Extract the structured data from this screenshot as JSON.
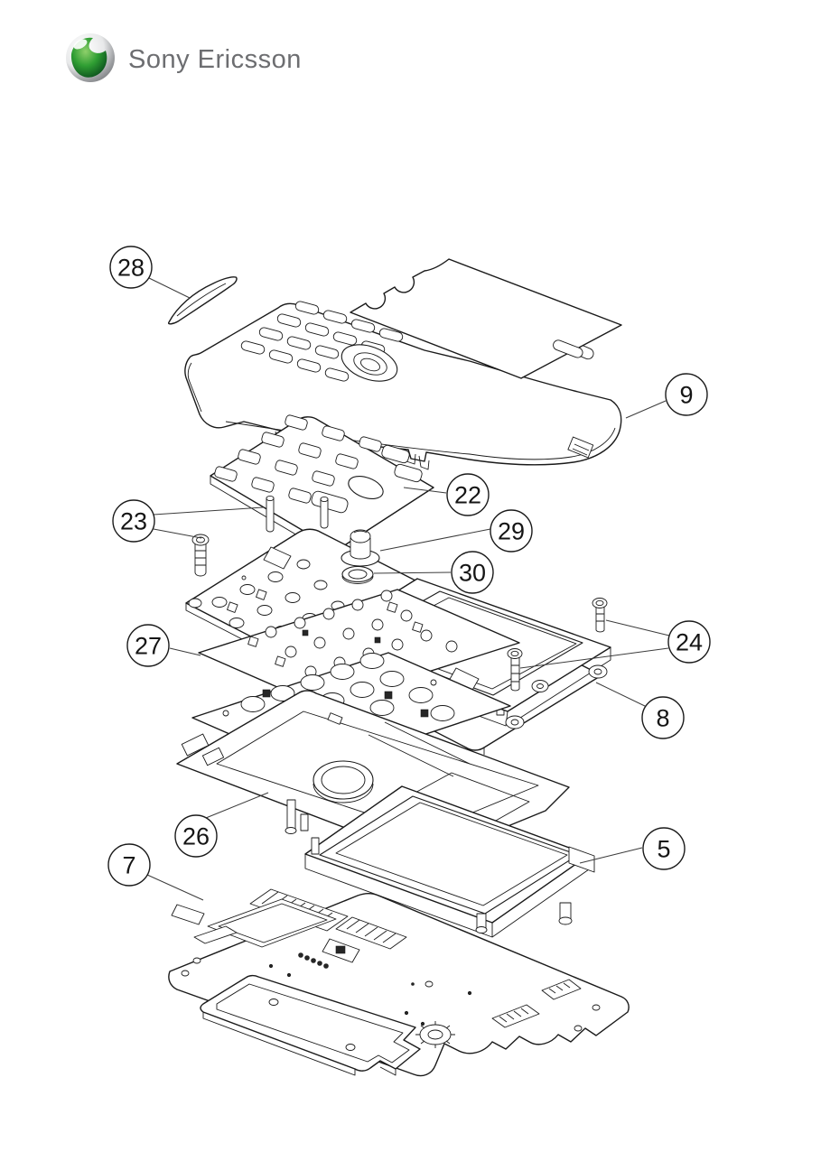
{
  "header": {
    "brand": "Sony Ericsson"
  },
  "logo": {
    "icon": "sony-ericsson-liquid-ball-icon",
    "colors": {
      "green": "#2f9e33",
      "green_dark": "#0a4d1c",
      "green_light": "#8fd06b",
      "silver": "#b9babd",
      "highlight": "#ffffff"
    }
  },
  "diagram": {
    "type": "exploded-view-parts-diagram",
    "background": "#ffffff",
    "line_color": "#1a1a1a",
    "callouts": [
      {
        "label": "28",
        "part": "side-key-blade"
      },
      {
        "label": "9",
        "part": "front-cover-assembly"
      },
      {
        "label": "22",
        "part": "keypad"
      },
      {
        "label": "23",
        "part": "keypad-screws"
      },
      {
        "label": "29",
        "part": "joystick-cap"
      },
      {
        "label": "30",
        "part": "joystick-ring"
      },
      {
        "label": "24",
        "part": "display-frame-screws"
      },
      {
        "label": "27",
        "part": "keypad-dome-foil"
      },
      {
        "label": "8",
        "part": "display-frame"
      },
      {
        "label": "26",
        "part": "chassis-frame"
      },
      {
        "label": "5",
        "part": "display-module"
      },
      {
        "label": "7",
        "part": "main-pcb"
      }
    ]
  }
}
